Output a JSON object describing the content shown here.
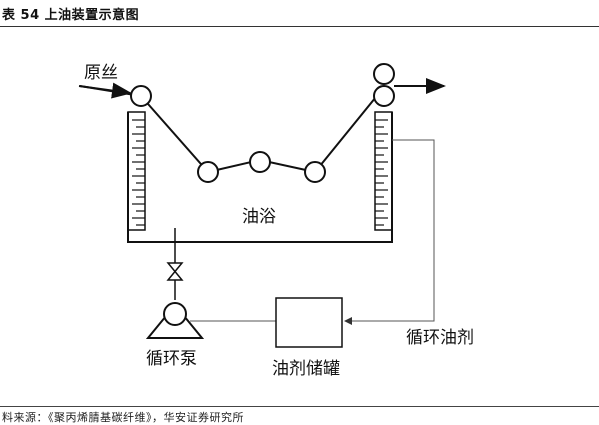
{
  "header": {
    "title": "表 54 上油装置示意图"
  },
  "diagram": {
    "label_raw_silk": "原丝",
    "label_oil_bath": "油浴",
    "label_circulation_pump": "循环泵",
    "label_oil_storage_tank": "油剂储罐",
    "label_circulating_oil": "循环油剂"
  },
  "footer": {
    "source": "料来源：《聚丙烯腈基碳纤维》，华安证券研究所"
  }
}
